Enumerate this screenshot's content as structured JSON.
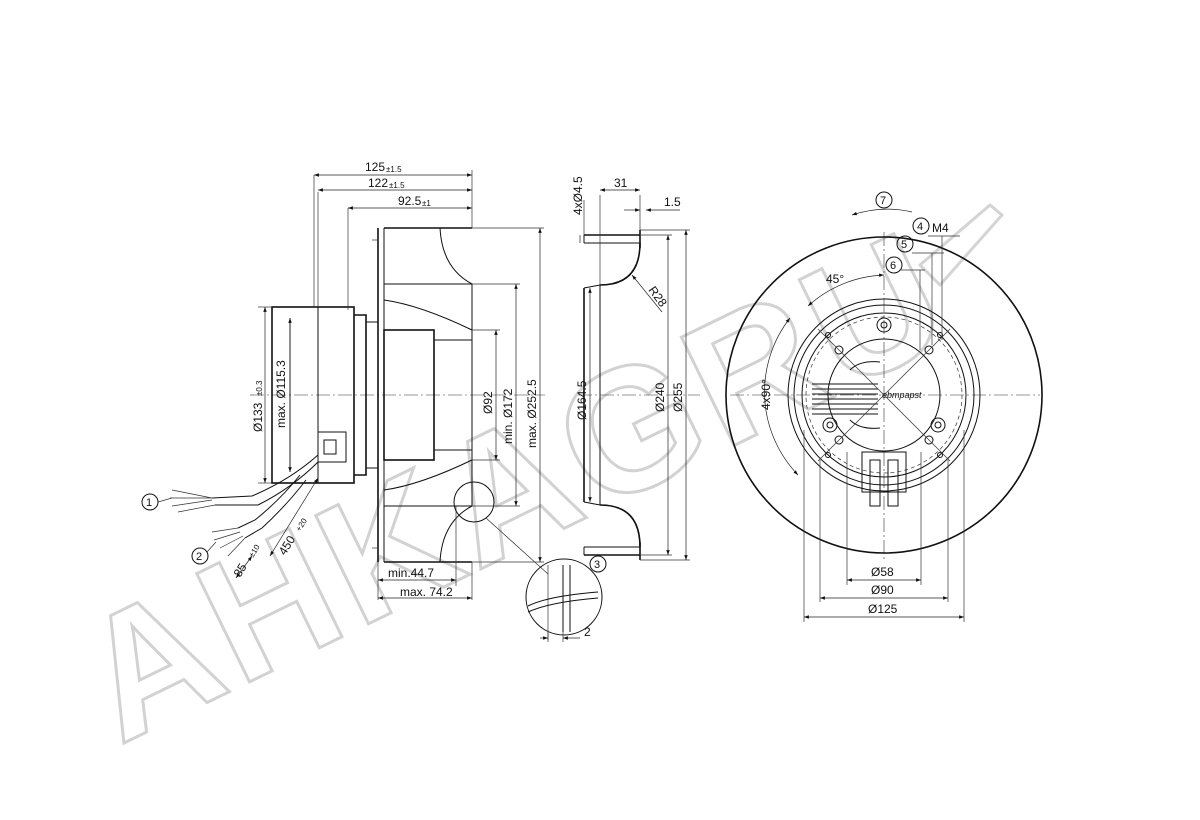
{
  "watermark": "AHKAGRU",
  "side_view": {
    "dims": {
      "total_length": "125",
      "total_length_tol": "±1.5",
      "length_2": "122",
      "length_2_tol": "±1.5",
      "impeller_length": "92.5",
      "impeller_length_tol": "±1",
      "flange_dia": "Ø133",
      "flange_dia_tol": "±0.3",
      "motor_dia": "max. Ø115.3",
      "hub_dia": "Ø92",
      "inlet_dia": "min. Ø172",
      "outer_dia": "max. Ø252.5",
      "min_depth": "min.44.7",
      "max_depth": "max. 74.2",
      "lead_short": "85",
      "lead_short_tol": "±10",
      "lead_long": "450",
      "lead_long_tol": "+20"
    },
    "callouts": [
      "1",
      "2"
    ]
  },
  "section_view": {
    "dims": {
      "holes": "4xØ4.5",
      "width": "31",
      "lip": "1.5",
      "radius": "R28",
      "throat_dia": "Ø164.5",
      "ring_dia": "Ø240",
      "outer_dia": "Ø255"
    }
  },
  "detail_view": {
    "callout": "3",
    "dim": "2"
  },
  "front_view": {
    "callouts": [
      "7",
      "4",
      "5",
      "6"
    ],
    "thread": "M4",
    "angle": "45°",
    "pattern": "4x90°",
    "brand": "ebmpapst",
    "dims": {
      "d1": "Ø58",
      "d2": "Ø90",
      "d3": "Ø125"
    }
  }
}
